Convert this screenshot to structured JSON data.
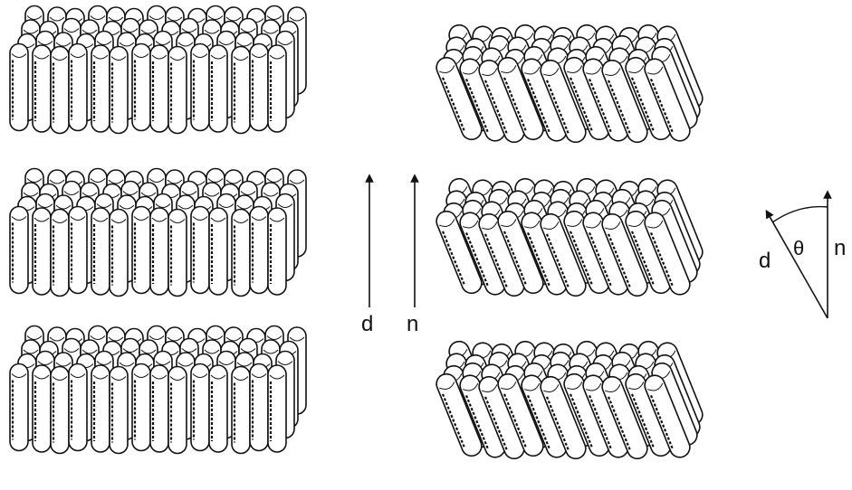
{
  "diagram": {
    "labels": {
      "d_mid": "d",
      "n_mid": "n",
      "d_right": "d",
      "theta": "θ",
      "n_right": "n"
    },
    "stacks": [
      {
        "name": "smectic-a-stack",
        "layers": 3,
        "orientation": "upright"
      },
      {
        "name": "smectic-c-stack",
        "layers": 3,
        "orientation": "tilted"
      }
    ],
    "colors": {
      "ink": "#111111",
      "background": "#ffffff",
      "rod": "#ffffff"
    }
  }
}
